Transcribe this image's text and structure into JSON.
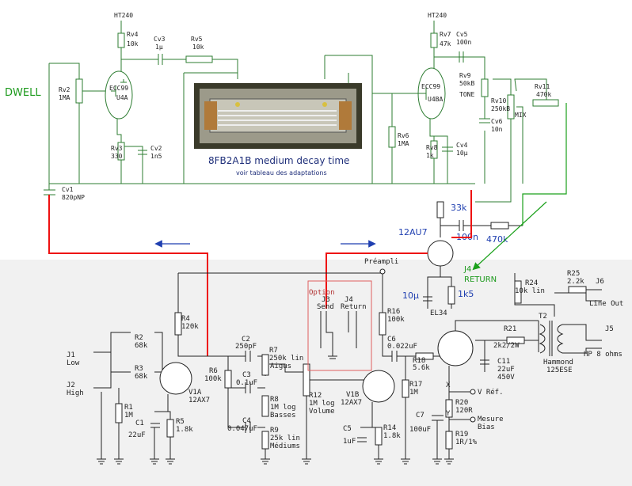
{
  "top": {
    "dwell": "DWELL",
    "ht_left": "HT240",
    "ht_right": "HT240",
    "rv4": [
      "Rv4",
      "10k"
    ],
    "cv3": [
      "Cv3",
      "1µ"
    ],
    "rv5": [
      "Rv5",
      "10k"
    ],
    "rv2": [
      "Rv2",
      "1MA"
    ],
    "tube_left": [
      "ECC99",
      "U4A"
    ],
    "rv3": [
      "Rv3",
      "330"
    ],
    "cv2": [
      "Cv2",
      "1n5"
    ],
    "cv1": [
      "Cv1",
      "820pNP"
    ],
    "tank_model": "8FB2A1B   medium decay time",
    "tank_note": "voir tableau des adaptations",
    "rv7": [
      "Rv7",
      "47k"
    ],
    "cv5": [
      "Cv5",
      "100n"
    ],
    "tube_right": [
      "ECC99",
      "U4BA"
    ],
    "rv9": [
      "Rv9",
      "50kB",
      "TONE"
    ],
    "rv10": [
      "Rv10",
      "250kB"
    ],
    "mix": "MIX",
    "rv11": [
      "Rv11",
      "470k"
    ],
    "cv6": [
      "Cv6",
      "10n"
    ],
    "rv6": [
      "Rv6",
      "1MA"
    ],
    "rv8": [
      "Rv8",
      "1k"
    ],
    "cv4": [
      "Cv4",
      "10µ"
    ]
  },
  "mid": {
    "r33k": "33k",
    "tube_12au7": "12AU7",
    "c100n": "100n",
    "r470k": "470k",
    "j4_return": [
      "J4",
      "RETURN"
    ],
    "c10u": "10µ",
    "r1k5": "1k5"
  },
  "bottom": {
    "preampli": "Préampli",
    "option": "Option",
    "j3": [
      "J3",
      "Send"
    ],
    "j4": [
      "J4",
      "Return"
    ],
    "r4": [
      "R4",
      "120k"
    ],
    "r16": [
      "R16",
      "100k"
    ],
    "j1": [
      "J1",
      "Low"
    ],
    "j2": [
      "J2",
      "High"
    ],
    "r2": [
      "R2",
      "68k"
    ],
    "r3": [
      "R3",
      "68k"
    ],
    "r1": [
      "R1",
      "1M"
    ],
    "c1": [
      "C1",
      "22uF"
    ],
    "r5": [
      "R5",
      "1.8k"
    ],
    "v1a": [
      "V1A",
      "12AX7"
    ],
    "c2": [
      "C2",
      "250pF"
    ],
    "r6": [
      "R6",
      "100k"
    ],
    "r7": [
      "R7",
      "250k lin",
      "Aigus"
    ],
    "c3": [
      "C3",
      "0.1uF"
    ],
    "r8": [
      "R8",
      "1M log",
      "Basses"
    ],
    "c4": [
      "C4",
      "0.047uF"
    ],
    "r9": [
      "R9",
      "25k lin",
      "Médiums"
    ],
    "r12": [
      "R12",
      "1M log",
      "Volume"
    ],
    "v1b": [
      "V1B",
      "12AX7"
    ],
    "c5": [
      "C5",
      "1uF"
    ],
    "r14": [
      "R14",
      "1.8k"
    ],
    "c6": [
      "C6",
      "0.022uF"
    ],
    "r18": [
      "R18",
      "5.6k"
    ],
    "r17": [
      "R17",
      "1M"
    ],
    "el34": "EL34",
    "c7": [
      "C7",
      "100uF"
    ],
    "x": "X",
    "y": "Y",
    "vref": "V Réf.",
    "r20": [
      "R20",
      "120R"
    ],
    "mesure": [
      "Mesure",
      "Bias"
    ],
    "r19": [
      "R19",
      "1R/1%"
    ],
    "r21": [
      "R21",
      "2k2/2W"
    ],
    "c11": [
      "C11",
      "22uF",
      "450V"
    ],
    "t2": "T2",
    "hammond": [
      "Hammond",
      "125ESE"
    ],
    "r24": [
      "R24",
      "10k lin"
    ],
    "r25": [
      "R25",
      "2.2k"
    ],
    "j6": [
      "J6",
      "Line Out"
    ],
    "j5": [
      "J5",
      "HP 8 ohms"
    ]
  }
}
